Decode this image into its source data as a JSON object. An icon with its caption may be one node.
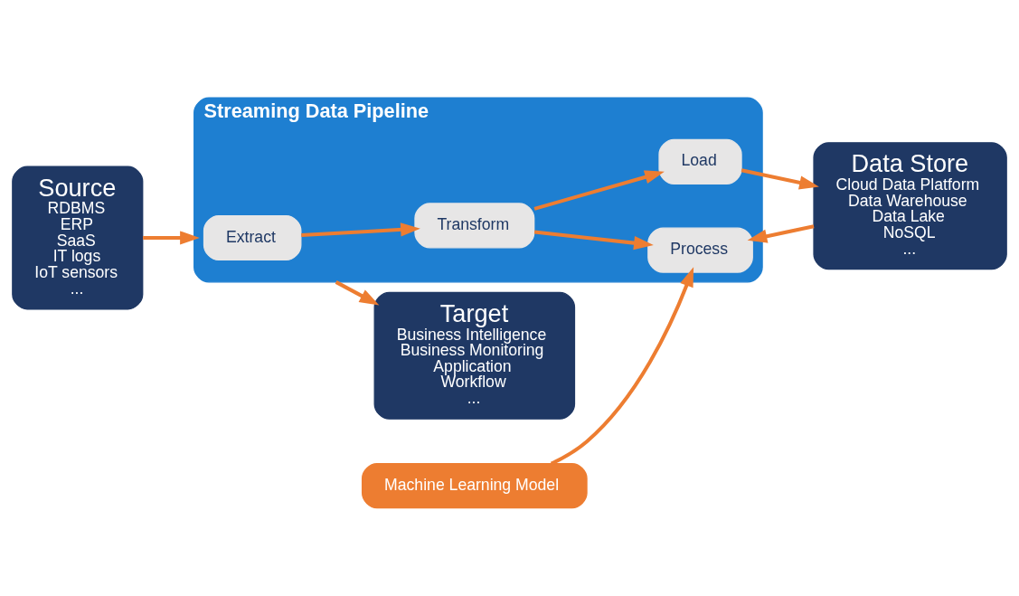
{
  "diagram": {
    "nodes": [
      {
        "text": [
          "Source",
          "RDBMS",
          "ERP",
          "SaaS",
          "IT logs",
          "IoT sensors",
          "..."
        ]
      },
      {
        "text": [
          "Streaming Data Pipeline"
        ]
      },
      {
        "text": [
          "Extract"
        ],
        "in": 1
      },
      {
        "text": [
          "Transform"
        ],
        "in": 1
      },
      {
        "text": [
          "Load"
        ],
        "in": 1
      },
      {
        "text": [
          "Process"
        ],
        "in": 1
      },
      {
        "text": [
          "Machine Learning Model"
        ]
      },
      {
        "text": [
          "Target",
          "Business Intelligence",
          "Business Monitoring",
          "Application",
          "Workflow",
          "..."
        ]
      },
      {
        "text": [
          "Data Store",
          "Cloud Data Platform",
          "Data Warehouse",
          "Data Lake",
          "NoSQL",
          "..."
        ]
      }
    ],
    "edges": [
      {
        "from": 0,
        "to": 1,
        "arrow": "to"
      },
      {
        "from": 2,
        "to": 3,
        "arrow": "to"
      },
      {
        "from": 3,
        "to": 5,
        "arrow": "to"
      },
      {
        "from": 3,
        "to": 4,
        "arrow": "to"
      },
      {
        "from": 6,
        "to": 5,
        "arrow": "to"
      },
      {
        "from": 4,
        "to": 8,
        "arrow": "to"
      },
      {
        "from": 8,
        "to": 5,
        "arrow": "to"
      },
      {
        "from": 1,
        "to": 7,
        "arrow": "to"
      }
    ]
  }
}
